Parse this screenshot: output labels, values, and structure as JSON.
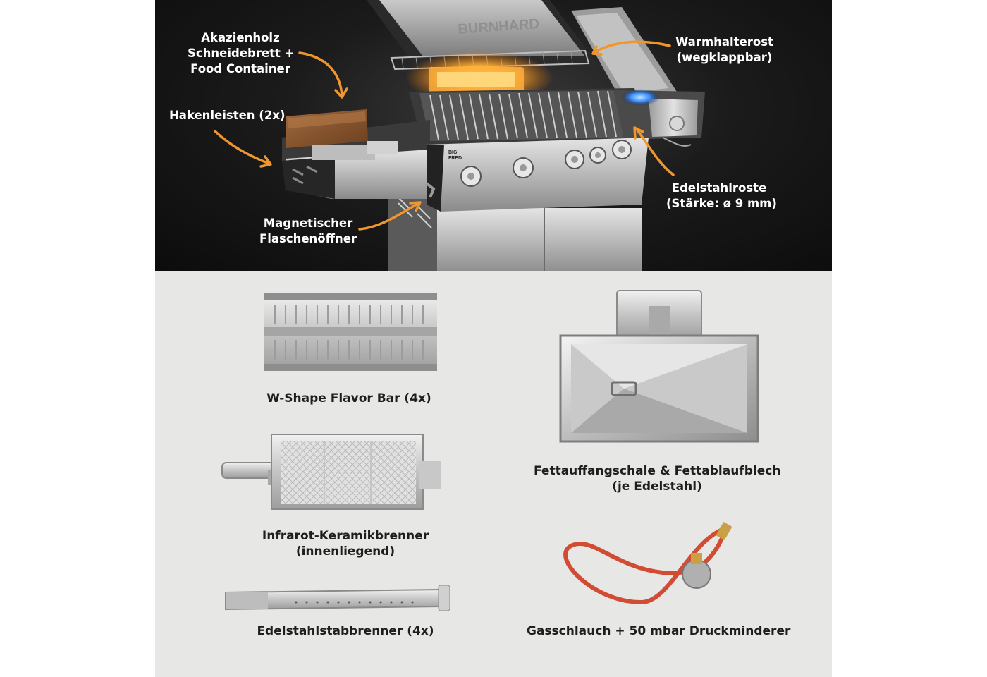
{
  "top_section": {
    "brand_lid_text": "BURNHARD",
    "front_badge": [
      "BIG",
      "FRED"
    ],
    "labels": [
      {
        "id": "cutting-board",
        "lines": [
          "Akazienholz",
          "Schneidebrett +",
          "Food Container"
        ]
      },
      {
        "id": "hook-rails",
        "lines": [
          "Hakenleisten (2x)"
        ]
      },
      {
        "id": "warming-rack",
        "lines": [
          "Warmhalterost",
          "(wegklappbar)"
        ]
      },
      {
        "id": "stainless-grates",
        "lines": [
          "Edelstahlroste",
          "(Stärke: ø 9 mm)"
        ]
      },
      {
        "id": "bottle-opener",
        "lines": [
          "Magnetischer",
          "Flaschenöffner"
        ]
      }
    ],
    "arrow_color": "#f0962e"
  },
  "bottom_section": {
    "parts": [
      {
        "id": "flavor-bar",
        "lines": [
          "W-Shape Flavor Bar (4x)"
        ]
      },
      {
        "id": "grease-tray",
        "lines": [
          "Fettauffangschale & Fettablaufblech",
          "(je Edelstahl)"
        ]
      },
      {
        "id": "infrared-burner",
        "lines": [
          "Infrarot-Keramikbrenner",
          "(innenliegend)"
        ]
      },
      {
        "id": "tube-burner",
        "lines": [
          "Edelstahlstabbrenner (4x)"
        ]
      },
      {
        "id": "gas-hose",
        "lines": [
          "Gasschlauch + 50 mbar Druckminderer"
        ]
      }
    ]
  }
}
